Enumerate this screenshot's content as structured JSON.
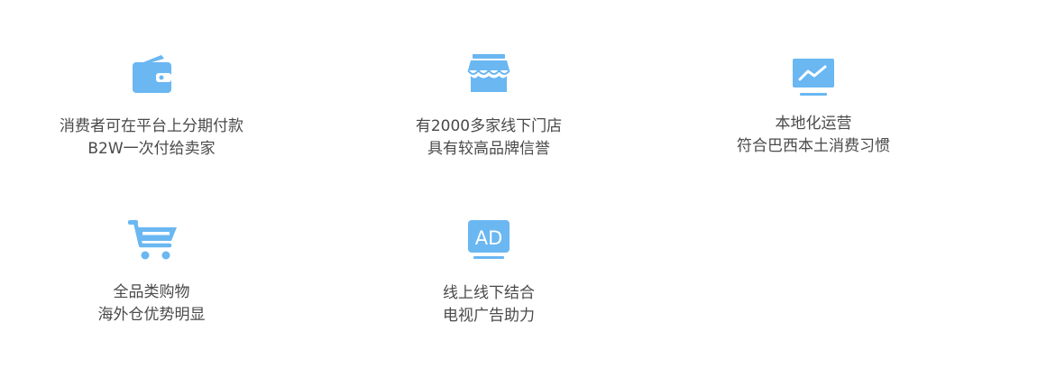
{
  "features": [
    {
      "icon": "wallet-icon",
      "line1": "消费者可在平台上分期付款",
      "line2": "B2W一次付给卖家"
    },
    {
      "icon": "store-icon",
      "line1": "有2000多家线下门店",
      "line2": "具有较高品牌信誉"
    },
    {
      "icon": "chart-monitor-icon",
      "line1": "本地化运营",
      "line2": "符合巴西本土消费习惯"
    },
    {
      "icon": "shopping-cart-icon",
      "line1": "全品类购物",
      "line2": "海外仓优势明显"
    },
    {
      "icon": "ad-screen-icon",
      "icon_text": "AD",
      "line1": "线上线下结合",
      "line2": "电视广告助力"
    }
  ],
  "colors": {
    "icon": "#6ab7f2",
    "text": "#4a4a4a",
    "background": "#ffffff"
  }
}
